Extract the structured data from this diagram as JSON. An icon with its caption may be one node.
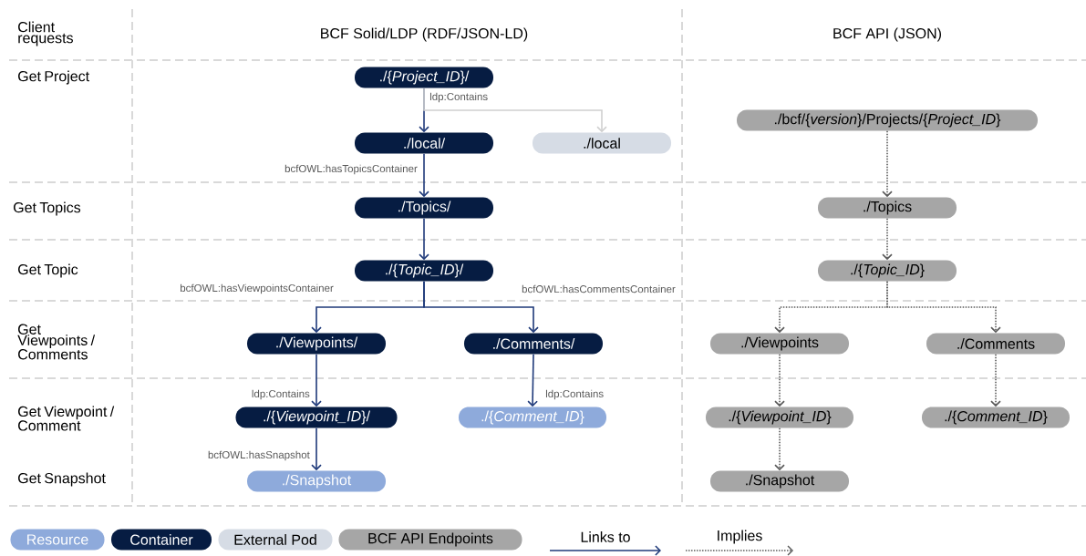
{
  "diagram": {
    "nodes": [
      {
        "text": [
          "./{*Project_ID*}/"
        ]
      },
      {
        "text": [
          "./local/"
        ]
      },
      {
        "text": [
          "./local"
        ]
      },
      {
        "text": [
          "./Topics/"
        ]
      },
      {
        "text": [
          "./{*Topic_ID*}/"
        ]
      },
      {
        "text": [
          "./Viewpoints/"
        ]
      },
      {
        "text": [
          "./Comments/"
        ]
      },
      {
        "text": [
          "./{*Viewpoint_ID*}/"
        ]
      },
      {
        "text": [
          "./{*Comment_ID*}"
        ]
      },
      {
        "text": [
          "./Snapshot"
        ]
      },
      {
        "text": [
          "./bcf/{*version*}/Projects/{*Project_ID*}"
        ]
      },
      {
        "text": [
          "./Topics"
        ]
      },
      {
        "text": [
          "./{*Topic_ID*}"
        ]
      },
      {
        "text": [
          "./Viewpoints"
        ]
      },
      {
        "text": [
          "./Comments"
        ]
      },
      {
        "text": [
          "./{*Viewpoint_ID*}"
        ]
      },
      {
        "text": [
          "./{*Comment_ID*}"
        ]
      },
      {
        "text": [
          "./Snapshot"
        ]
      }
    ],
    "edges": [
      {
        "from": 0,
        "to": 1,
        "arrow": "to",
        "label": "ldp:Contains"
      },
      {
        "from": 0,
        "to": 2,
        "arrow": "to",
        "color": "#d0d0d0"
      },
      {
        "from": 1,
        "to": 3,
        "arrow": "to",
        "label": "bcfOWL:hasTopicsContainer"
      },
      {
        "from": 3,
        "to": 4,
        "arrow": "to"
      },
      {
        "from": 4,
        "to": 5,
        "arrow": "to",
        "label": "bcfOWL:hasViewpointsContainer"
      },
      {
        "from": 4,
        "to": 6,
        "arrow": "to",
        "label": "bcfOWL:hasCommentsContainer"
      },
      {
        "from": 5,
        "to": 7,
        "arrow": "to",
        "label": "ldp:Contains"
      },
      {
        "from": 6,
        "to": 8,
        "arrow": "to",
        "label": "ldp:Contains"
      },
      {
        "from": 7,
        "to": 9,
        "arrow": "to",
        "label": "bcfOWL:hasSnapshot"
      },
      {
        "from": 10,
        "to": 11,
        "arrow": "to",
        "style": "dashed",
        "color": "#595959"
      },
      {
        "from": 11,
        "to": 12,
        "arrow": "to",
        "style": "dashed",
        "color": "#595959"
      },
      {
        "from": 12,
        "to": 13,
        "arrow": "to",
        "style": "dashed",
        "color": "#595959"
      },
      {
        "from": 12,
        "to": 14,
        "arrow": "to",
        "style": "dashed",
        "color": "#595959"
      },
      {
        "from": 13,
        "to": 15,
        "arrow": "to",
        "style": "dashed",
        "color": "#595959"
      },
      {
        "from": 14,
        "to": 16,
        "arrow": "to",
        "style": "dashed",
        "color": "#595959"
      },
      {
        "from": 15,
        "to": 17,
        "arrow": "to",
        "style": "dashed",
        "color": "#595959"
      }
    ],
    "labels": [
      "Client requests",
      "BCF Solid/LDP (RDF/JSON-LD)",
      "BCF API (JSON)",
      "Get Project",
      "Get Topics",
      "Get Topic",
      "Get Viewpoints / Comments",
      "Get Viewpoint / Comment",
      "Get Snapshot"
    ],
    "legend": [
      {
        "text": "Resource",
        "color": "#8eaadb"
      },
      {
        "text": "Container",
        "color": "#061c42"
      },
      {
        "text": "External Pod",
        "color": "#d6dce5"
      },
      {
        "text": "BCF API Endpoints",
        "color": "#a6a6a6"
      },
      {
        "text": "Links to"
      },
      {
        "text": "Implies"
      }
    ]
  }
}
